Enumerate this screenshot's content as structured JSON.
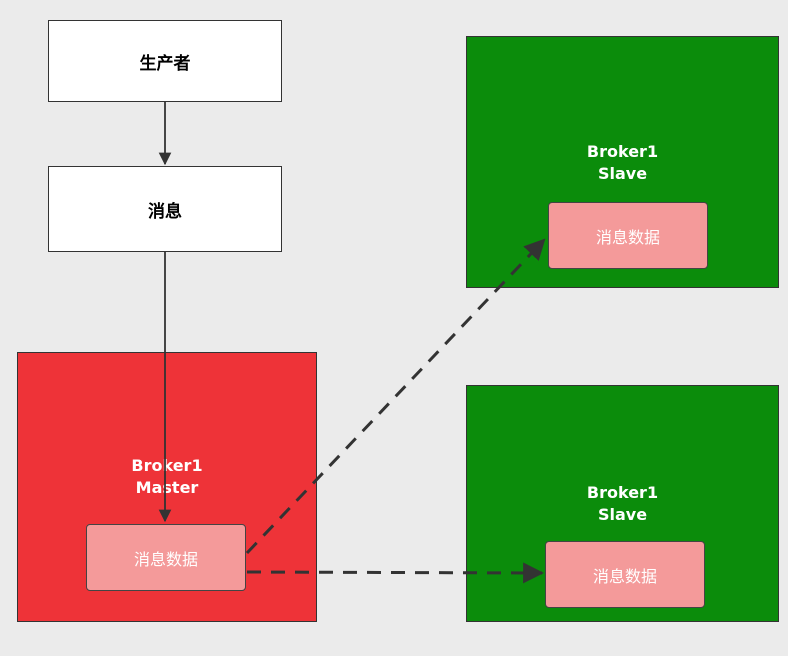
{
  "producer": {
    "label": "生产者"
  },
  "message": {
    "label": "消息"
  },
  "master": {
    "name": "Broker1",
    "role": "Master",
    "data_label": "消息数据",
    "color": "#ee3338"
  },
  "slave_top": {
    "name": "Broker1",
    "role": "Slave",
    "data_label": "消息数据",
    "color": "#0b8c0b"
  },
  "slave_bottom": {
    "name": "Broker1",
    "role": "Slave",
    "data_label": "消息数据",
    "color": "#0b8c0b"
  },
  "colors": {
    "background": "#ebebeb",
    "data_box": "#f49a9a",
    "arrow": "#333333"
  }
}
